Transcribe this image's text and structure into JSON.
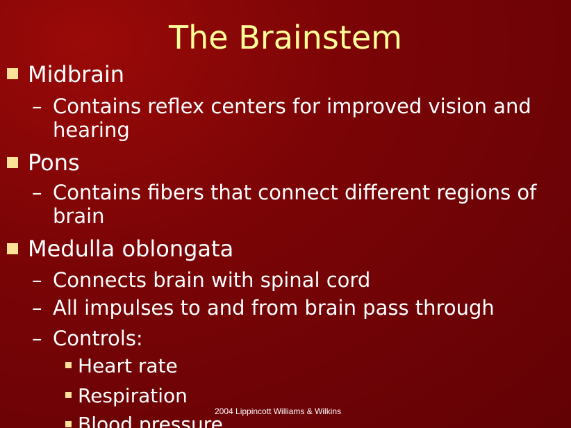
{
  "slide": {
    "title": "The Brainstem",
    "footer": "2004 Lippincott Williams & Wilkins",
    "colors": {
      "background": "#7a0406",
      "title": "#ffff99",
      "bullet": "#ffe29a",
      "text": "#ffffff"
    },
    "sections": [
      {
        "heading": "Midbrain",
        "subitems": [
          {
            "dash": "–",
            "line1": "Contains reflex centers for improved vision and",
            "line2": "hearing"
          }
        ]
      },
      {
        "heading": "Pons",
        "subitems": [
          {
            "dash": "–",
            "line1": "Contains fibers that connect different regions of",
            "line2": "brain"
          }
        ]
      },
      {
        "heading": "Medulla oblongata",
        "subitems": [
          {
            "dash": "–",
            "line1": "Connects brain with spinal cord"
          },
          {
            "dash": "–",
            "line1": "All impulses to and from brain pass through"
          },
          {
            "dash": "–",
            "line1": "Controls:"
          }
        ],
        "controls": [
          "Heart rate",
          "Respiration",
          "Blood pressure"
        ]
      }
    ]
  }
}
